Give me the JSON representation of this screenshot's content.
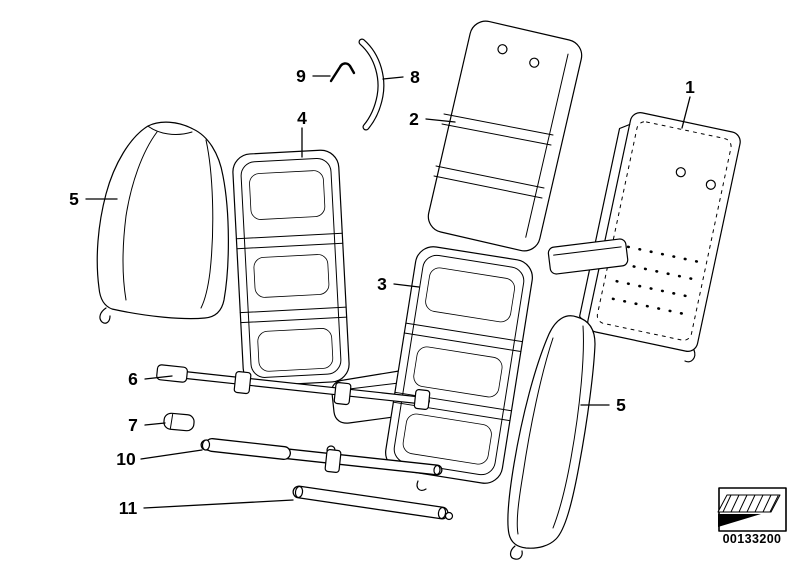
{
  "callouts": [
    {
      "id": "1",
      "label": "1"
    },
    {
      "id": "2",
      "label": "2"
    },
    {
      "id": "3",
      "label": "3"
    },
    {
      "id": "4",
      "label": "4"
    },
    {
      "id": "5-left",
      "label": "5"
    },
    {
      "id": "5-right",
      "label": "5"
    },
    {
      "id": "6",
      "label": "6"
    },
    {
      "id": "7",
      "label": "7"
    },
    {
      "id": "8",
      "label": "8"
    },
    {
      "id": "9",
      "label": "9"
    },
    {
      "id": "10",
      "label": "10"
    },
    {
      "id": "11",
      "label": "11"
    }
  ],
  "stamp": {
    "number": "00133200",
    "icon": "hatched-wedge-icon"
  },
  "colors": {
    "line": "#000000",
    "background": "#ffffff"
  }
}
